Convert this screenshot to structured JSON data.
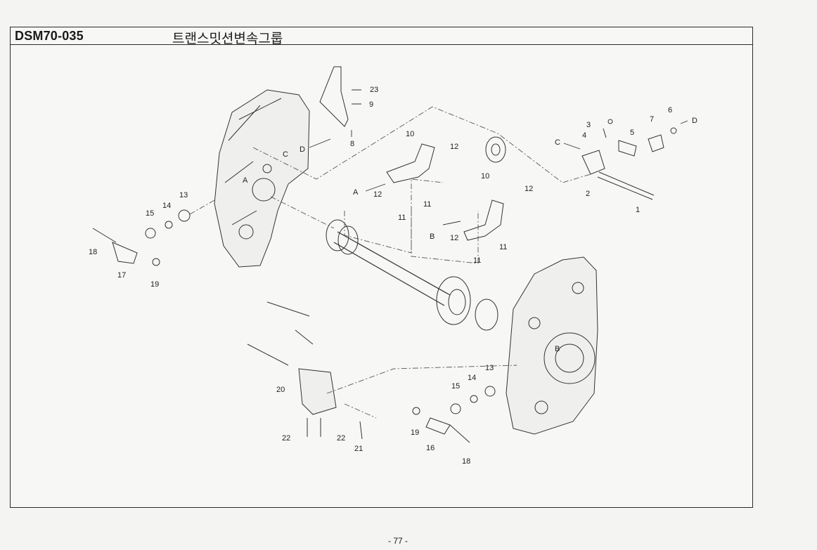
{
  "header": {
    "code": "DSM70-035",
    "title": "트랜스밋션변속그룹"
  },
  "callouts": {
    "c23": "23",
    "c9": "9",
    "c8": "8",
    "D1": "D",
    "C1": "C",
    "A1": "A",
    "c10a": "10",
    "c12a": "12",
    "c12b": "12",
    "c11a": "11",
    "c11b": "11",
    "Aarrow": "A",
    "c10b": "10",
    "c12c": "12",
    "c12d": "12",
    "c11c": "11",
    "c11d": "11",
    "Barrow": "B",
    "c3": "3",
    "c4": "4",
    "c5": "5",
    "c7": "7",
    "c6": "6",
    "D2": "D",
    "C2": "C",
    "c2": "2",
    "c1": "1",
    "c13a": "13",
    "c14a": "14",
    "c15a": "15",
    "c18a": "18",
    "c17": "17",
    "c19a": "19",
    "c20": "20",
    "c21": "21",
    "c22a": "22",
    "c22b": "22",
    "c13b": "13",
    "c14b": "14",
    "c15b": "15",
    "c19b": "19",
    "c16": "16",
    "c18b": "18",
    "B2": "B"
  },
  "footer": {
    "page": "- 77 -"
  }
}
